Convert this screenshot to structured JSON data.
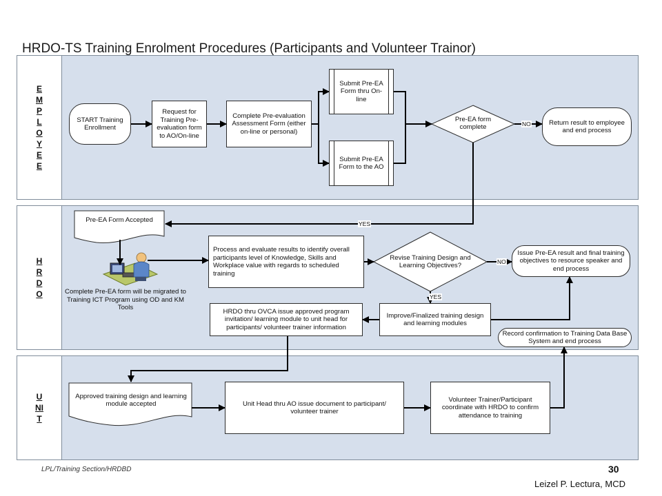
{
  "title": "HRDO-TS Training Enrolment Procedures (Participants and Volunteer Trainor)",
  "lanes": {
    "employee": "EMPLOYEE",
    "hrdo": "HRDO",
    "unit": "UNIT"
  },
  "employee": {
    "start": "START Training Enrollment",
    "request": "Request for Training Pre-evaluation form to AO/On-line",
    "complete_form": "Complete Pre-evaluation Assessment Form (either on-line or personal)",
    "submit_online": "Submit Pre-EA Form thru On-line",
    "submit_ao": "Submit Pre-EA Form to the AO",
    "decision": "Pre-EA form complete",
    "return_result": "Return result to employee and end process",
    "no_label": "NO",
    "yes_label": "YES"
  },
  "hrdo": {
    "accepted": "Pre-EA Form Accepted",
    "computer_caption": "Complete Pre-EA form will be migrated to Training ICT Program using OD and KM Tools",
    "process": "Process and evaluate results to identify overall participants level of Knowledge, Skills and Workplace value with regards to scheduled training",
    "decision": "Revise Training Design and Learning Objectives?",
    "issue_result": "Issue Pre-EA result and final training objectives to resource speaker and end process",
    "improve": "Improve/Finalized training design and learning modules",
    "issue_invitation": "HRDO thru OVCA issue approved program invitation/ learning module to unit head for participants/ volunteer trainer information",
    "record": "Record confirmation to Training Data Base System and end process",
    "no_label": "NO",
    "yes_label": "YES"
  },
  "unit": {
    "approved": "Approved training design and learning module accepted",
    "unit_head": "Unit Head thru AO issue document to participant/ volunteer trainer",
    "coordinate": "Volunteer Trainer/Participant coordinate with HRDO to confirm attendance to training"
  },
  "footer": {
    "source": "LPL/Training Section/HRDBD",
    "page": "30",
    "author": "Leizel P. Lectura, MCD"
  },
  "colors": {
    "lane_fill": "#d6dfec",
    "lane_border": "#7f8c9a",
    "line": "#000000"
  }
}
